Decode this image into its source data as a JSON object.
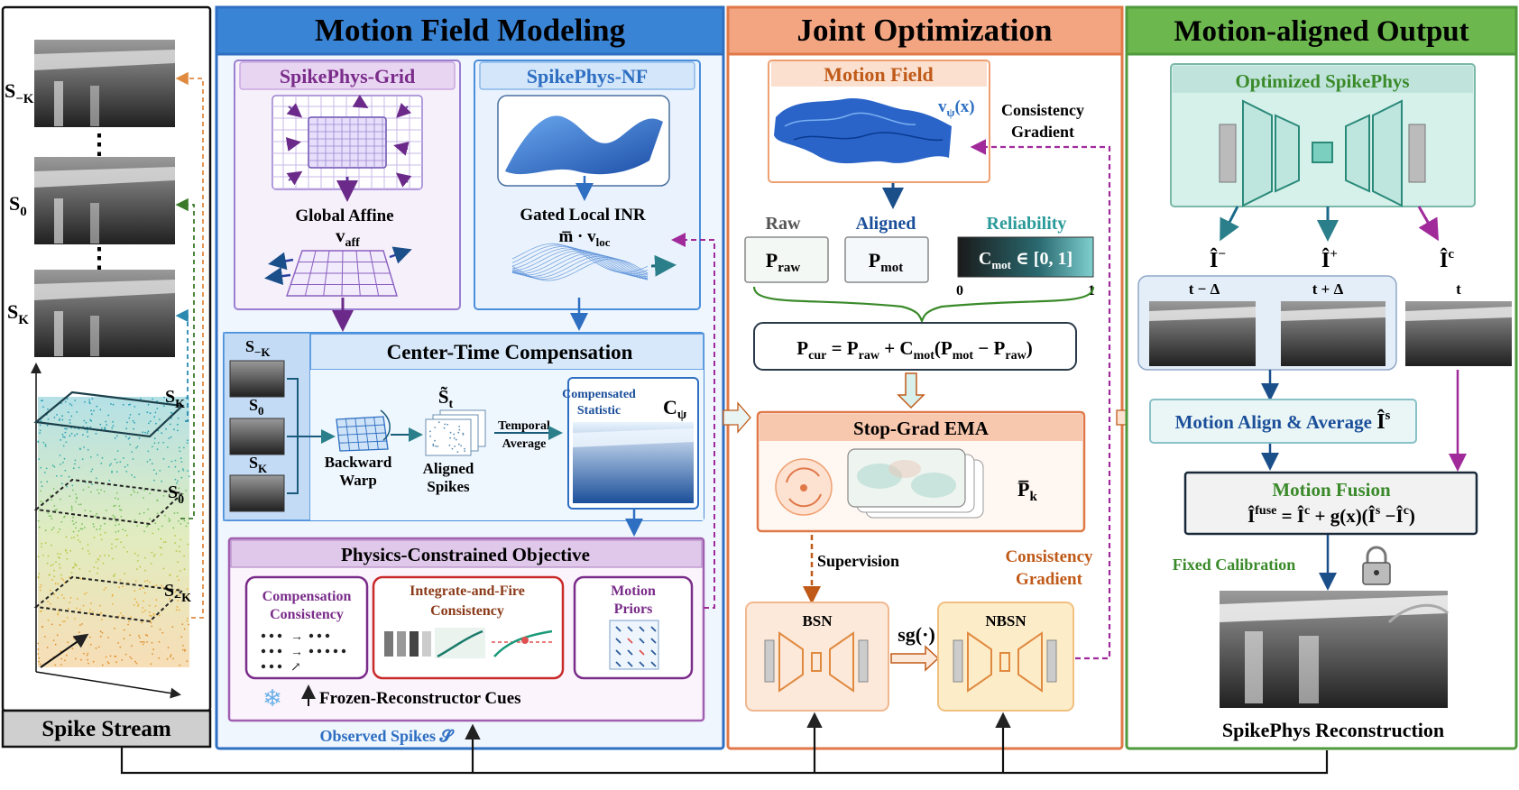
{
  "spike_stream": {
    "title": "Spike Stream",
    "frame_labels": [
      "S",
      "S",
      "S"
    ],
    "frame_subs": [
      "−K",
      "0",
      "K"
    ],
    "dots": "⋮",
    "volume_labels": [
      "S",
      "S",
      "S"
    ],
    "volume_subs": [
      "K",
      "0",
      "−K"
    ]
  },
  "motion_field_modeling": {
    "title": "Motion Field Modeling",
    "grid_title": "SpikePhys-Grid",
    "nf_title": "SpikePhys-NF",
    "global_affine": "Global Affine",
    "v_aff_main": "v",
    "v_aff_sub": "aff",
    "gated_local": "Gated Local INR",
    "m_bar": "m̅ · v",
    "loc_sub": "loc",
    "compensation_title": "Center-Time Compensation",
    "comp_labels": [
      "S",
      "S",
      "S"
    ],
    "comp_subs": [
      "−K",
      "0",
      "K"
    ],
    "backward_warp": [
      "Backward",
      "Warp"
    ],
    "s_tilde": "S̃",
    "s_tilde_sub": "t",
    "aligned_spikes": [
      "Aligned",
      "Spikes"
    ],
    "temporal_average": [
      "Temporal",
      "Average"
    ],
    "compensated_statistic": [
      "Compensated",
      "Statistic"
    ],
    "c_psi": "C",
    "c_psi_sub": "ψ",
    "objective_title": "Physics-Constrained Objective",
    "compensation_consistency": [
      "Compensation",
      "Consistency"
    ],
    "iaf_consistency": [
      "Integrate-and-Fire",
      "Consistency"
    ],
    "motion_priors": [
      "Motion",
      "Priors"
    ],
    "snowflake": "❄",
    "frozen_cues": "Frozen-Reconstructor Cues",
    "observed_spikes": "Observed Spikes 𝓢"
  },
  "joint_optimization": {
    "title": "Joint Optimization",
    "motion_field": "Motion Field",
    "v_psi": "v",
    "v_psi_sub": "ψ",
    "v_psi_arg": "(x)",
    "consistency_gradient_top": [
      "Consistency",
      "Gradient"
    ],
    "raw": "Raw",
    "aligned": "Aligned",
    "reliability": "Reliability",
    "p_raw": "P",
    "p_raw_sub": "raw",
    "p_mot": "P",
    "p_mot_sub": "mot",
    "c_mot_expr": "C",
    "c_mot_sub": "mot",
    "c_mot_range": " ∈ [0, 1]",
    "range_min": "0",
    "range_max": "1",
    "p_cur_formula": "P",
    "formula_parts": [
      "cur",
      " = P",
      "raw",
      " + C",
      "mot",
      "(P",
      "mot",
      " − P",
      "raw",
      ")"
    ],
    "stop_grad": "Stop-Grad EMA",
    "p_k": "P̅",
    "p_k_sub": "k",
    "supervision": "Supervision",
    "consistency_gradient_bottom": [
      "Consistency",
      "Gradient"
    ],
    "bsn": "BSN",
    "nbsn": "NBSN",
    "sg": "sg(·)"
  },
  "output": {
    "title": "Motion-aligned Output",
    "optimized": "Optimized SpikePhys",
    "i_minus": "Î",
    "i_minus_sup": "−",
    "i_plus": "Î",
    "i_plus_sup": "+",
    "i_c": "Î",
    "i_c_sup": "c",
    "t_minus": "t − Δ",
    "t_plus": "t + Δ",
    "t": "t",
    "align_average": "Motion Align & Average ",
    "i_s": "Î",
    "i_s_sup": "s",
    "motion_fusion": "Motion Fusion",
    "fusion_formula": [
      "Î",
      "fuse",
      " = Î",
      "c",
      " + g(x)(Î",
      "s",
      " −Î",
      "c",
      ")"
    ],
    "fixed_calibration": "Fixed Calibration",
    "reconstruction": "SpikePhys Reconstruction"
  },
  "colors": {
    "mfm_blue": "#2e6fc2",
    "jo_orange": "#e58a5a",
    "mo_green": "#4f9a3c",
    "purple": "#7a2c8a",
    "dark_orange": "#c05a18",
    "teal": "#2a8a8a",
    "navy": "#1b4f8a"
  }
}
